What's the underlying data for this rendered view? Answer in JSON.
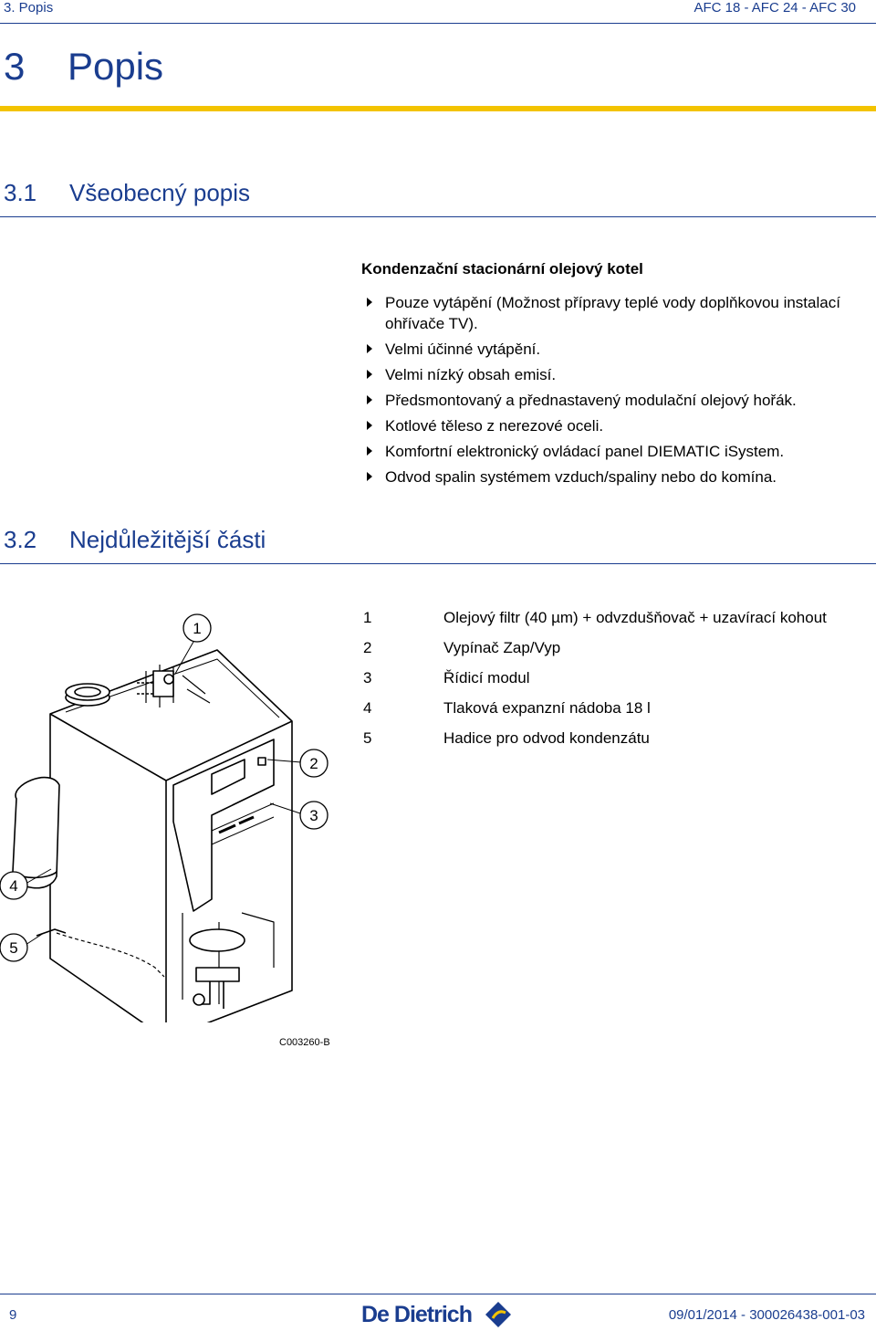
{
  "header": {
    "section": "3.  Popis",
    "product": "AFC 18 - AFC 24 - AFC 30"
  },
  "title": {
    "number": "3",
    "text": "Popis"
  },
  "section1": {
    "number": "3.1",
    "title": "Všeobecný popis",
    "intro": "Kondenzační stacionární olejový kotel",
    "bullets": [
      "Pouze vytápění (Možnost přípravy teplé vody doplňkovou instalací ohřívače TV).",
      "Velmi účinné vytápění.",
      "Velmi nízký obsah emisí.",
      "Předsmontovaný a přednastavený modulační olejový hořák.",
      "Kotlové těleso z nerezové oceli.",
      "Komfortní elektronický ovládací panel DIEMATIC iSystem.",
      "Odvod spalin systémem vzduch/spaliny nebo do komína."
    ]
  },
  "section2": {
    "number": "3.2",
    "title": "Nejdůležitější části",
    "legend": [
      {
        "n": "1",
        "text": "Olejový filtr (40 µm) + odvzdušňovač + uzavírací kohout"
      },
      {
        "n": "2",
        "text": "Vypínač Zap/Vyp"
      },
      {
        "n": "3",
        "text": "Řídicí modul"
      },
      {
        "n": "4",
        "text": "Tlaková expanzní nádoba 18 l"
      },
      {
        "n": "5",
        "text": "Hadice pro odvod kondenzátu"
      }
    ],
    "callouts": [
      "1",
      "2",
      "3",
      "4",
      "5"
    ],
    "figure_code": "C003260-B"
  },
  "footer": {
    "page": "9",
    "brand": "De Dietrich",
    "doc": "09/01/2014 - 300026438-001-03"
  },
  "colors": {
    "accent_blue": "#1a3d8f",
    "accent_yellow": "#f3c300"
  }
}
